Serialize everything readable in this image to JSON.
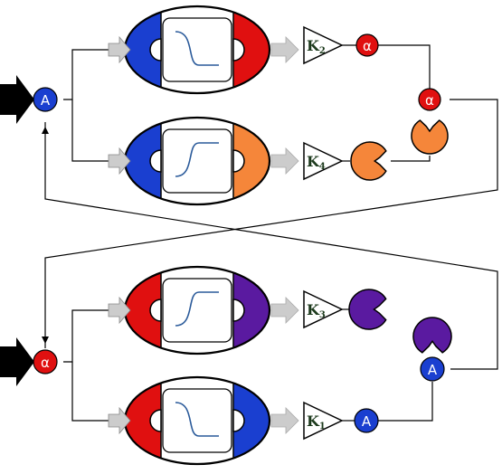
{
  "colors": {
    "blue": "#1a3fd0",
    "red": "#e01010",
    "orange": "#f5863a",
    "purple": "#5a1aa0",
    "curve": "#2a5a9a",
    "arrow_gray": "#cccccc"
  },
  "nodes": {
    "input_top": "A",
    "input_bottom": "α",
    "alpha_top_1": "α",
    "alpha_top_2": "α",
    "a_bottom_1": "A",
    "a_bottom_2": "A"
  },
  "gains": [
    {
      "base": "K",
      "sub": "2"
    },
    {
      "base": "K",
      "sub": "4"
    },
    {
      "base": "K",
      "sub": "3"
    },
    {
      "base": "K",
      "sub": "1"
    }
  ],
  "modules": [
    {
      "left_color": "blue",
      "right_color": "red",
      "curve": "decreasing"
    },
    {
      "left_color": "blue",
      "right_color": "orange",
      "curve": "increasing"
    },
    {
      "left_color": "red",
      "right_color": "purple",
      "curve": "increasing"
    },
    {
      "left_color": "red",
      "right_color": "blue",
      "curve": "decreasing"
    }
  ],
  "pacmen": [
    {
      "color": "orange",
      "mouth": "up"
    },
    {
      "color": "orange",
      "mouth": "right"
    },
    {
      "color": "purple",
      "mouth": "right"
    },
    {
      "color": "purple",
      "mouth": "down"
    }
  ]
}
